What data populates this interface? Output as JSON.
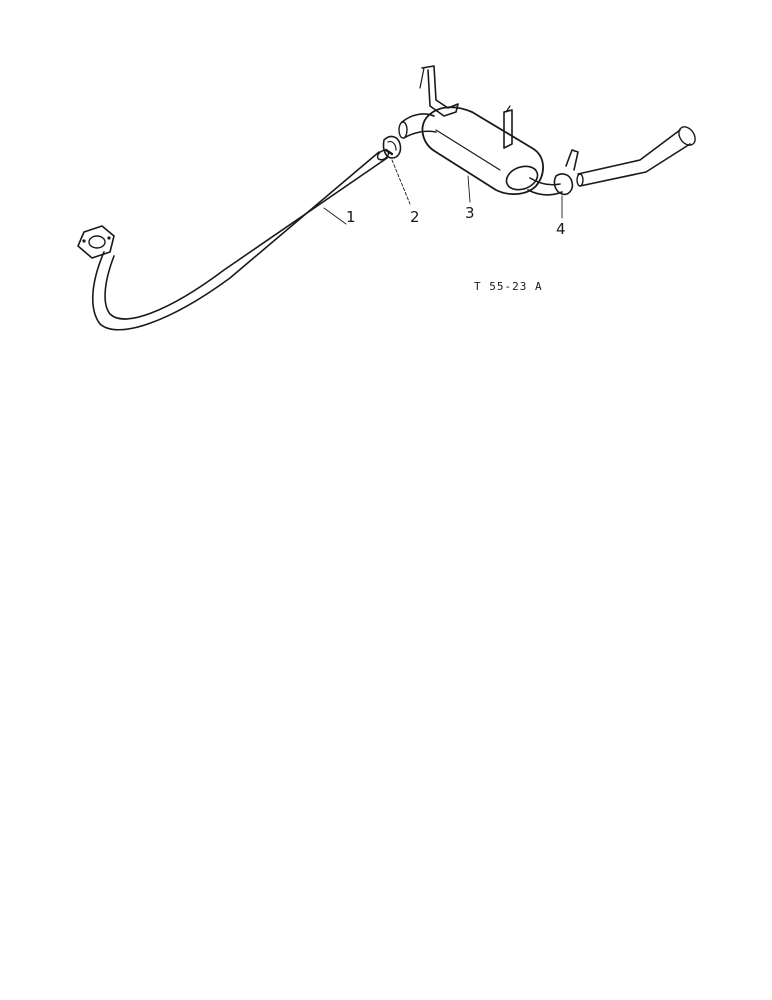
{
  "figure": {
    "code": "T 55-23 A"
  },
  "callouts": [
    {
      "number": "1"
    },
    {
      "number": "2"
    },
    {
      "number": "3"
    },
    {
      "number": "4"
    }
  ]
}
